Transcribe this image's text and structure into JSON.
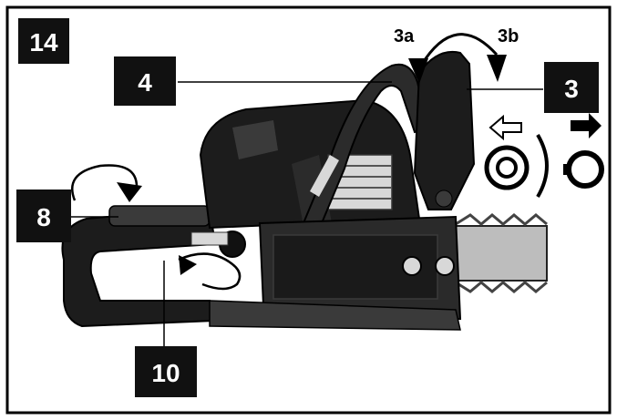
{
  "figure": {
    "number": "14",
    "callouts": {
      "brake_handle": "4",
      "choke_lever": "3",
      "choke_open": "3a",
      "choke_closed": "3b",
      "rear_handle_knob": "8",
      "side_knob": "10"
    }
  },
  "colors": {
    "frame": "#000000",
    "label_box": "#111111",
    "label_text": "#ffffff",
    "background": "#ffffff",
    "body_dark": "#1c1c1c",
    "body_mid": "#3a3a3a",
    "metal_light": "#d8d8d8",
    "bar_gray": "#bdbdbd"
  },
  "icons": {
    "open_arrow": "hollow-arrow-left-icon",
    "closed_arrow": "solid-arrow-right-icon",
    "open_ring": "double-ring-icon",
    "closed_ring": "single-ring-icon"
  }
}
